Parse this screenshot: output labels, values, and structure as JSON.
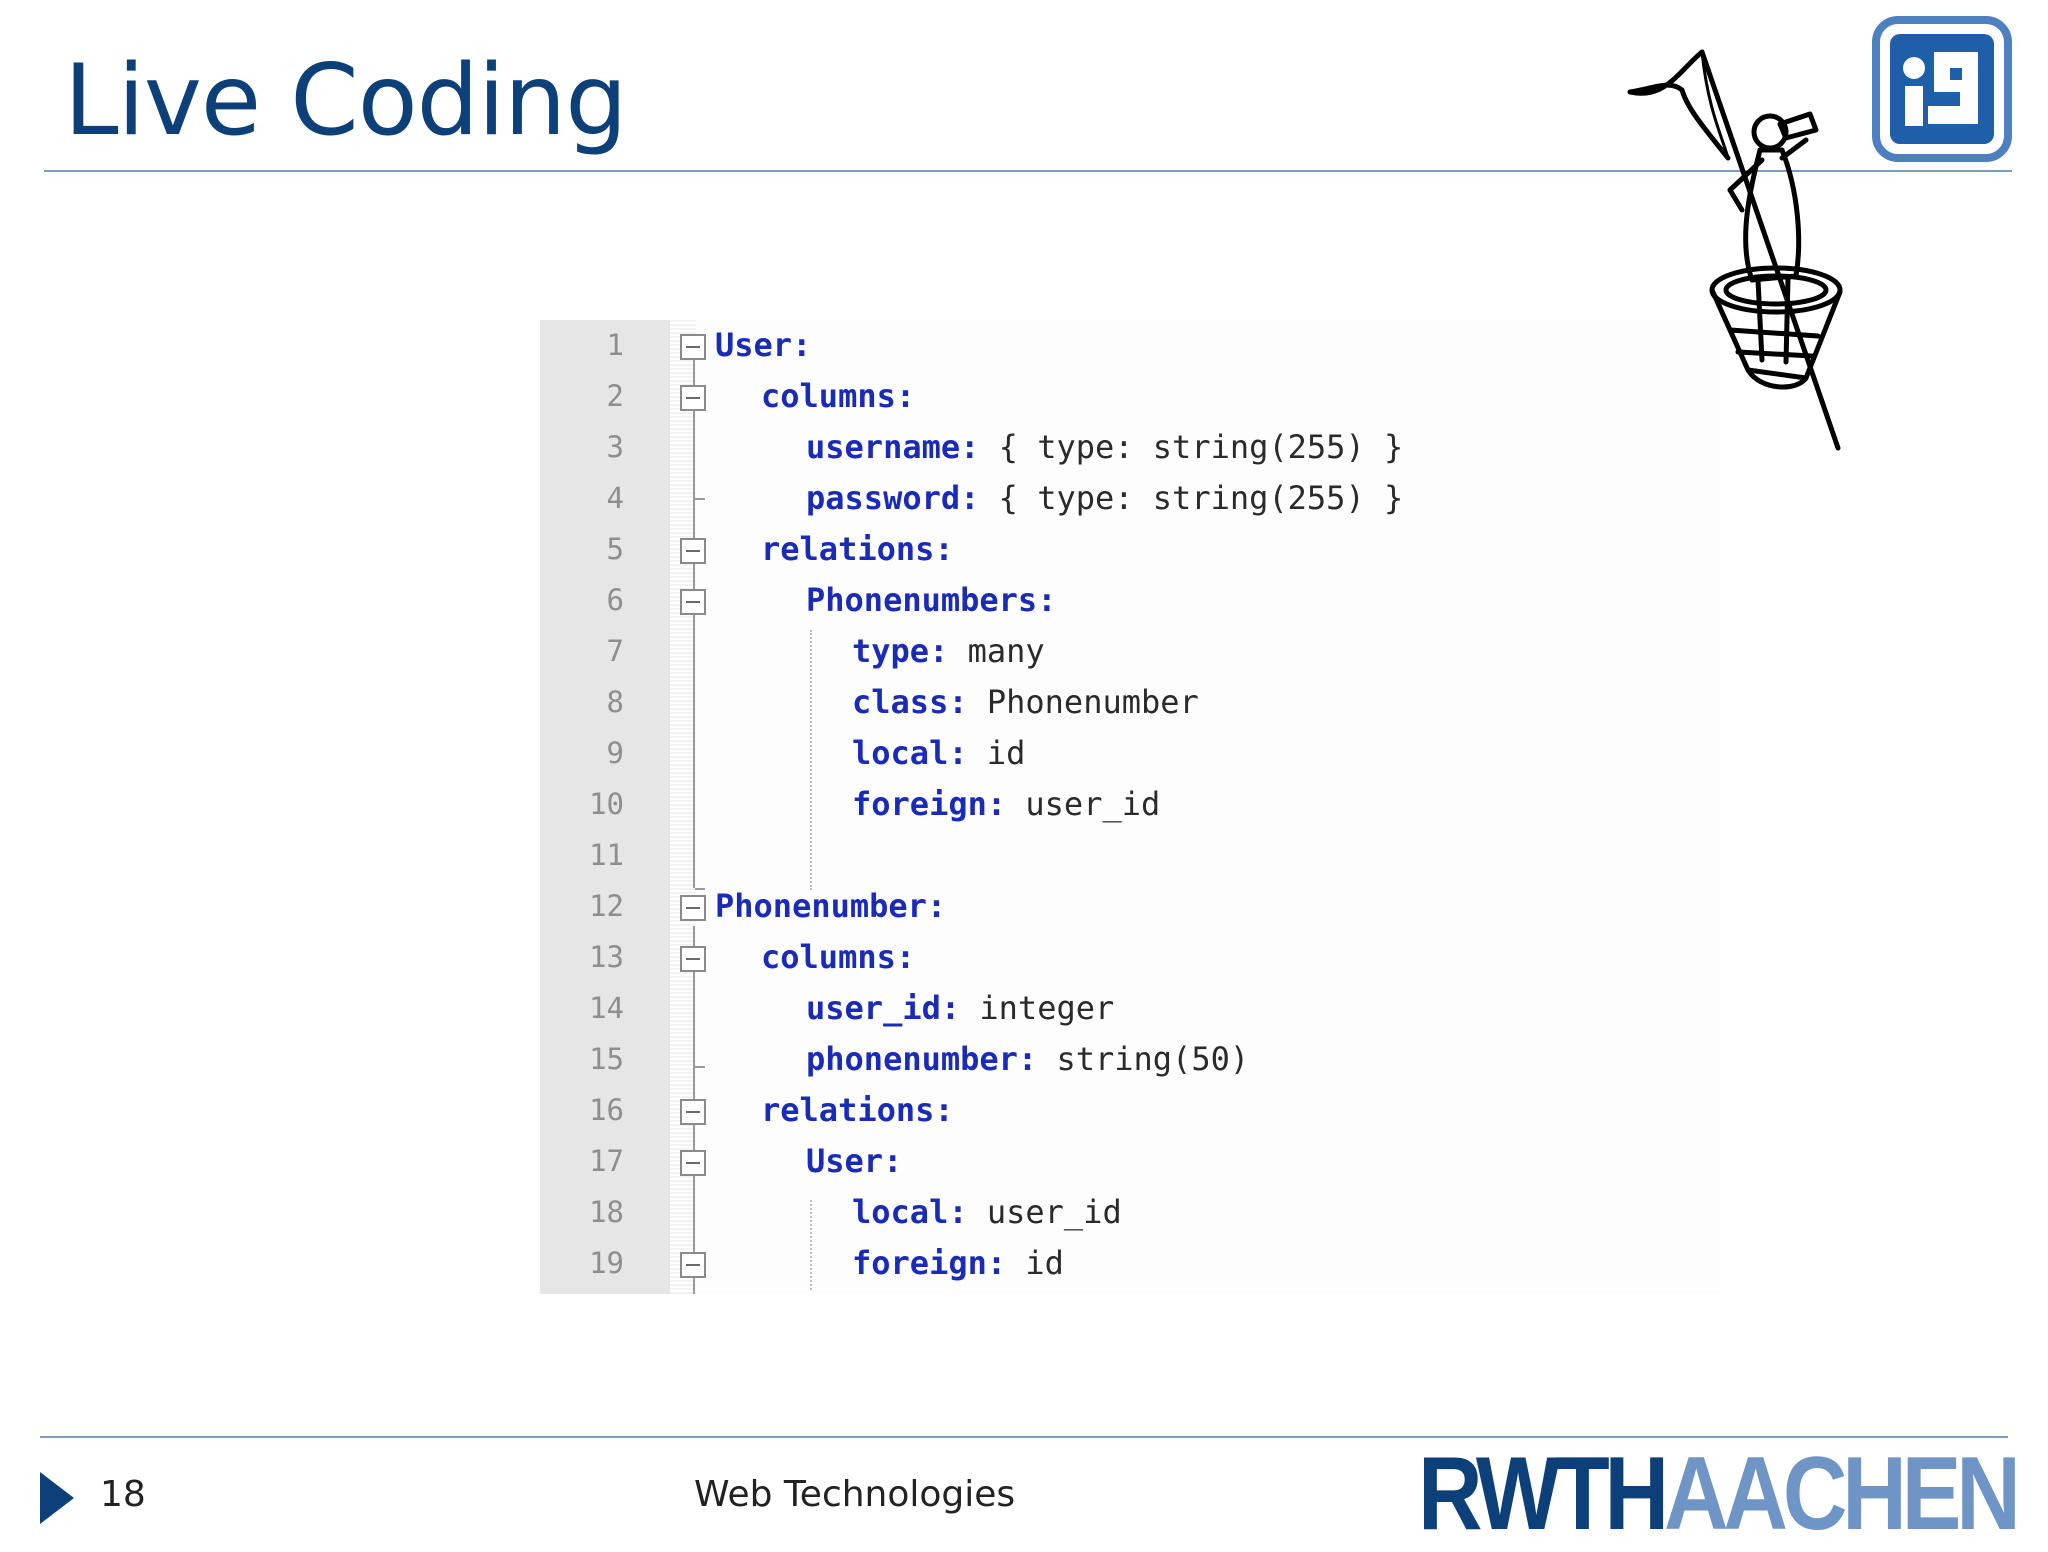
{
  "slide": {
    "title": "Live Coding"
  },
  "code_lines": [
    {
      "n": "1",
      "key": "User:",
      "value": ""
    },
    {
      "n": "2",
      "key": "columns:",
      "value": ""
    },
    {
      "n": "3",
      "key": "username:",
      "value": " { type: string(255) }"
    },
    {
      "n": "4",
      "key": "password:",
      "value": " { type: string(255) }"
    },
    {
      "n": "5",
      "key": "relations:",
      "value": ""
    },
    {
      "n": "6",
      "key": "Phonenumbers:",
      "value": ""
    },
    {
      "n": "7",
      "key": "type:",
      "value": " many"
    },
    {
      "n": "8",
      "key": "class:",
      "value": " Phonenumber"
    },
    {
      "n": "9",
      "key": "local:",
      "value": " id"
    },
    {
      "n": "10",
      "key": "foreign:",
      "value": " user_id"
    },
    {
      "n": "11",
      "key": "",
      "value": ""
    },
    {
      "n": "12",
      "key": "Phonenumber:",
      "value": ""
    },
    {
      "n": "13",
      "key": "columns:",
      "value": ""
    },
    {
      "n": "14",
      "key": "user_id:",
      "value": " integer"
    },
    {
      "n": "15",
      "key": "phonenumber:",
      "value": " string(50)"
    },
    {
      "n": "16",
      "key": "relations:",
      "value": ""
    },
    {
      "n": "17",
      "key": "User:",
      "value": ""
    },
    {
      "n": "18",
      "key": "local:",
      "value": " user_id"
    },
    {
      "n": "19",
      "key": "foreign:",
      "value": " id"
    }
  ],
  "footer": {
    "page_number": "18",
    "course": "Web Technologies",
    "brand_left": "RWTH",
    "brand_right": "AACHEN"
  },
  "logos": {
    "i9_logo": "i9",
    "lookout_illustration": "lookout-figure-icon"
  },
  "colors": {
    "title": "#0d3f78",
    "keyword": "#1a2bb8",
    "brand_dark": "#0d3f78",
    "brand_light": "#6f95c6",
    "rule": "#7a9cc4"
  }
}
